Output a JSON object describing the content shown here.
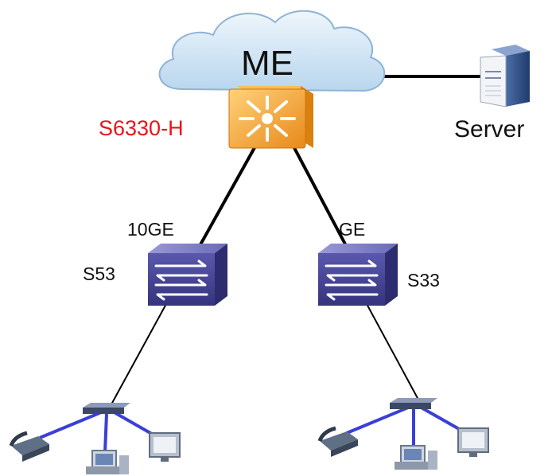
{
  "labels": {
    "cloud": "ME",
    "core_switch": "S6330-H",
    "server": "Server",
    "left_link": "10GE",
    "right_link": "GE",
    "left_switch": "S53",
    "right_switch": "S33"
  },
  "colors": {
    "core_label": "#e8141b",
    "core_fill": "#f5a623",
    "switch_fill": "#4b4a9a",
    "access_link": "#3a3fd6",
    "uplink": "#000000",
    "cloud_fill": "#d4e6f5"
  },
  "icons": {
    "cloud": "cloud-icon",
    "core": "core-switch-icon",
    "server": "server-icon",
    "switch": "switch-icon",
    "hub": "hub-icon",
    "phone": "ip-phone-icon",
    "pc": "pc-icon",
    "monitor": "monitor-icon"
  }
}
